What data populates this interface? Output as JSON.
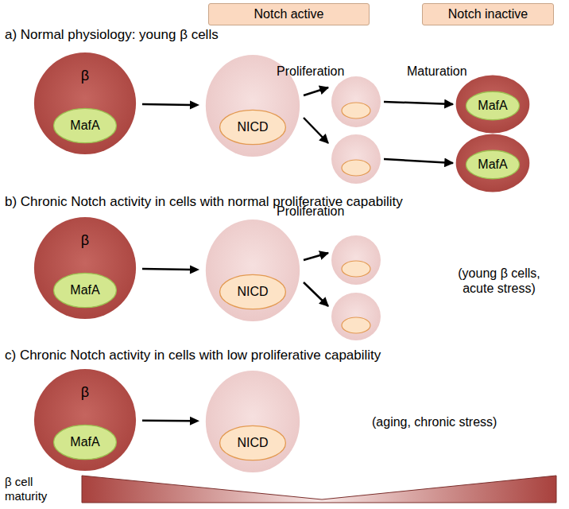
{
  "diagram": {
    "nodes": [
      {
        "text": [
          "Notch active"
        ]
      },
      {
        "text": [
          "Notch inactive"
        ]
      },
      {
        "text": [
          "β"
        ]
      },
      {
        "text": [
          "MafA"
        ],
        "in": 2
      },
      {},
      {
        "text": [
          "NICD"
        ],
        "in": 4
      },
      {},
      {
        "text": [
          "MafA"
        ],
        "in": 6
      },
      {},
      {
        "text": [
          "MafA"
        ],
        "in": 8
      },
      {
        "text": [
          "β"
        ]
      },
      {
        "text": [
          "MafA"
        ],
        "in": 10
      },
      {},
      {
        "text": [
          "NICD"
        ],
        "in": 12
      },
      {
        "text": [
          "β"
        ]
      },
      {
        "text": [
          "MafA"
        ],
        "in": 14
      },
      {},
      {
        "text": [
          "NICD"
        ],
        "in": 16
      }
    ],
    "edges": [
      {
        "from": 2,
        "to": 4,
        "arrow": "to"
      },
      {
        "from": 10,
        "to": 12,
        "arrow": "to"
      },
      {
        "from": 14,
        "to": 16,
        "arrow": "to"
      }
    ],
    "labels": [
      "a) Normal physiology: young β cells",
      "Proliferation",
      "Maturation",
      "b) Chronic Notch activity in cells with normal proliferative capability",
      "Proliferation",
      "(young β cells, acute stress)",
      "c) Chronic Notch activity in cells with low proliferative capability",
      "(aging, chronic stress)",
      "β cell maturity"
    ]
  }
}
